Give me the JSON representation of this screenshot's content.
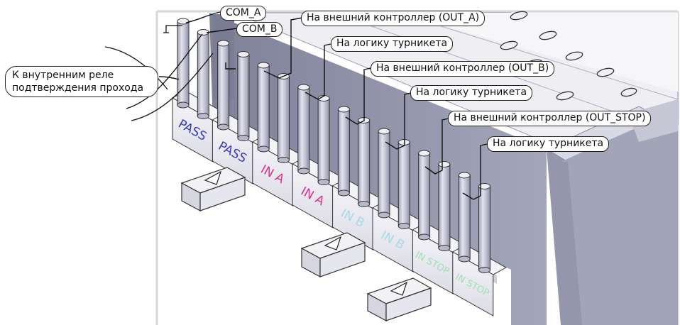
{
  "labels": {
    "com_a": "COM_A",
    "com_b": "COM_B",
    "relay": "К внутренним реле подтверждения прохода",
    "out_a": "На внешний контроллер (OUT_A)",
    "logic_1": "На логику турникета",
    "out_b": "На внешний контроллер (OUT_B)",
    "logic_2": "На логику турникета",
    "out_stop": "На внешний контроллер (OUT_STOP)",
    "logic_3": "На логику турникета"
  },
  "blocks": [
    {
      "label": "PASS",
      "color": "#3a3ab8"
    },
    {
      "label": "PASS",
      "color": "#3a3ab8"
    },
    {
      "label": "IN A",
      "color": "#d6338f"
    },
    {
      "label": "IN A",
      "color": "#d6338f"
    },
    {
      "label": "IN B",
      "color": "#a9d8ea"
    },
    {
      "label": "IN B",
      "color": "#a9d8ea"
    },
    {
      "label": "IN STOP",
      "color": "#9fe0b4"
    },
    {
      "label": "IN STOP",
      "color": "#9fe0b4"
    }
  ],
  "colors": {
    "frame": "#d6d6d6",
    "housing_dark": "#8e90a8",
    "housing_mid": "#a8aabd",
    "pin": "#c9cad8",
    "block": "#e6e6ee",
    "line": "#111111"
  },
  "icons": [
    "play-triangle-icon",
    "play-triangle-icon",
    "play-triangle-icon",
    "ground-symbol-icon"
  ]
}
